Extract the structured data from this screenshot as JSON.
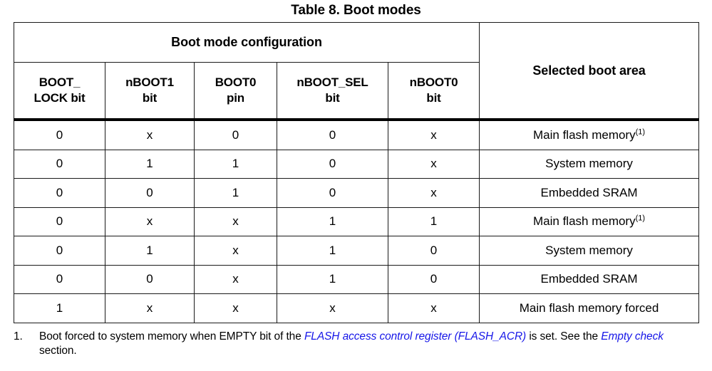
{
  "document": {
    "title": "Table 8. Boot modes"
  },
  "table": {
    "group_header": "Boot mode configuration",
    "selected_header": "Selected boot area",
    "columns": [
      {
        "line1": "BOOT_",
        "line2": "LOCK bit"
      },
      {
        "line1": "nBOOT1",
        "line2": "bit"
      },
      {
        "line1": "BOOT0",
        "line2": "pin"
      },
      {
        "line1": "nBOOT_SEL",
        "line2": "bit"
      },
      {
        "line1": "nBOOT0",
        "line2": "bit"
      }
    ],
    "rows": [
      {
        "boot_lock": "0",
        "nboot1": "x",
        "boot0": "0",
        "nboot_sel": "0",
        "nboot0": "x",
        "area": "Main flash memory",
        "footnote_ref": "(1)"
      },
      {
        "boot_lock": "0",
        "nboot1": "1",
        "boot0": "1",
        "nboot_sel": "0",
        "nboot0": "x",
        "area": "System memory",
        "footnote_ref": ""
      },
      {
        "boot_lock": "0",
        "nboot1": "0",
        "boot0": "1",
        "nboot_sel": "0",
        "nboot0": "x",
        "area": "Embedded SRAM",
        "footnote_ref": ""
      },
      {
        "boot_lock": "0",
        "nboot1": "x",
        "boot0": "x",
        "nboot_sel": "1",
        "nboot0": "1",
        "area": "Main flash memory",
        "footnote_ref": "(1)"
      },
      {
        "boot_lock": "0",
        "nboot1": "1",
        "boot0": "x",
        "nboot_sel": "1",
        "nboot0": "0",
        "area": "System memory",
        "footnote_ref": ""
      },
      {
        "boot_lock": "0",
        "nboot1": "0",
        "boot0": "x",
        "nboot_sel": "1",
        "nboot0": "0",
        "area": "Embedded SRAM",
        "footnote_ref": ""
      },
      {
        "boot_lock": "1",
        "nboot1": "x",
        "boot0": "x",
        "nboot_sel": "x",
        "nboot0": "x",
        "area": "Main flash memory forced",
        "footnote_ref": ""
      }
    ]
  },
  "footnote": {
    "number": "1.",
    "part1": "Boot forced to system memory when EMPTY bit of the ",
    "link1": "FLASH access control register (FLASH_ACR)",
    "part2": " is set. See the ",
    "link2": "Empty check",
    "part3": " section."
  },
  "colors": {
    "link": "#1616e8",
    "border": "#1a1a1a",
    "text": "#000000",
    "background": "#ffffff"
  }
}
